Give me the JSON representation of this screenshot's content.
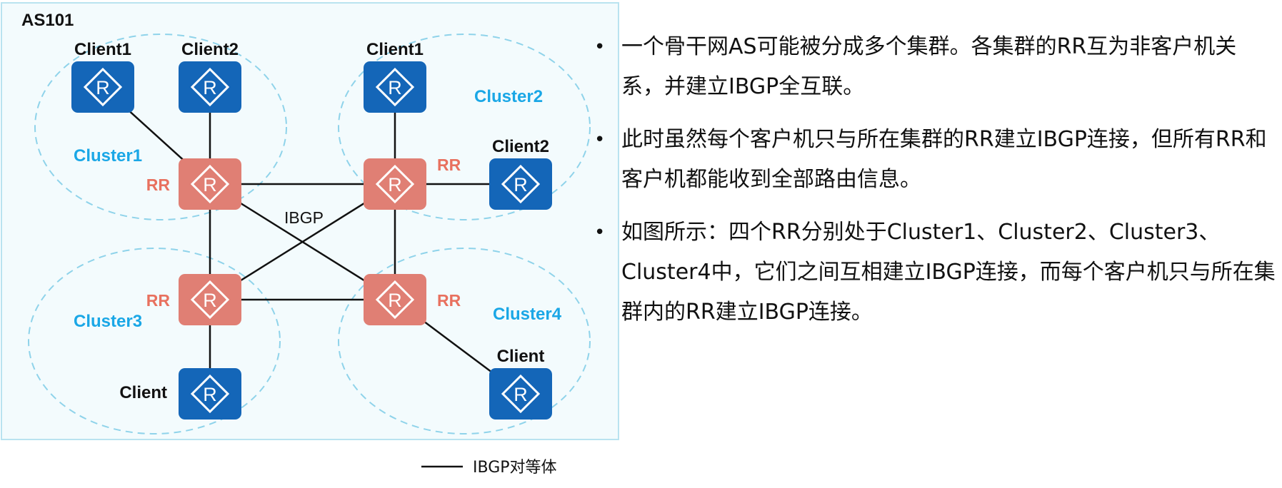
{
  "as_label": "AS101",
  "ibgp_center_label": "IBGP",
  "router_glyph": "R",
  "colors": {
    "as_border": "#b9e3f0",
    "as_fill": "#f3fbfd",
    "cluster_dash": "#8fd3ea",
    "client_router": "#1466b8",
    "rr_router": "#e07f74",
    "cluster_label": "#1aa7e6",
    "rr_label": "#e8715f",
    "line": "#111111"
  },
  "clusters": [
    {
      "name": "Cluster1"
    },
    {
      "name": "Cluster2"
    },
    {
      "name": "Cluster3"
    },
    {
      "name": "Cluster4"
    }
  ],
  "routers": [
    {
      "id": "c1a",
      "role": "client",
      "label": "Client1",
      "icon": "router-icon"
    },
    {
      "id": "c1b",
      "role": "client",
      "label": "Client2",
      "icon": "router-icon"
    },
    {
      "id": "c2a",
      "role": "client",
      "label": "Client1",
      "icon": "router-icon"
    },
    {
      "id": "c2b",
      "role": "client",
      "label": "Client2",
      "icon": "router-icon"
    },
    {
      "id": "c3",
      "role": "client",
      "label": "Client",
      "icon": "router-icon"
    },
    {
      "id": "c4",
      "role": "client",
      "label": "Client",
      "icon": "router-icon"
    },
    {
      "id": "rr1",
      "role": "rr",
      "label": "RR",
      "icon": "router-icon"
    },
    {
      "id": "rr2",
      "role": "rr",
      "label": "RR",
      "icon": "router-icon"
    },
    {
      "id": "rr3",
      "role": "rr",
      "label": "RR",
      "icon": "router-icon"
    },
    {
      "id": "rr4",
      "role": "rr",
      "label": "RR",
      "icon": "router-icon"
    }
  ],
  "links": [
    [
      "rr1",
      "c1a"
    ],
    [
      "rr1",
      "c1b"
    ],
    [
      "rr2",
      "c2a"
    ],
    [
      "rr2",
      "c2b"
    ],
    [
      "rr3",
      "c3"
    ],
    [
      "rr4",
      "c4"
    ],
    [
      "rr1",
      "rr2"
    ],
    [
      "rr1",
      "rr3"
    ],
    [
      "rr1",
      "rr4"
    ],
    [
      "rr2",
      "rr3"
    ],
    [
      "rr2",
      "rr4"
    ],
    [
      "rr3",
      "rr4"
    ]
  ],
  "legend": {
    "label": "IBGP对等体"
  },
  "bullets": [
    "一个骨干网AS可能被分成多个集群。各集群的RR互为非客户机关系，并建立IBGP全互联。",
    "此时虽然每个客户机只与所在集群的RR建立IBGP连接，但所有RR和客户机都能收到全部路由信息。",
    "如图所示：四个RR分别处于Cluster1、Cluster2、Cluster3、Cluster4中，它们之间互相建立IBGP连接，而每个客户机只与所在集群内的RR建立IBGP连接。"
  ],
  "bullet_glyph": "•"
}
